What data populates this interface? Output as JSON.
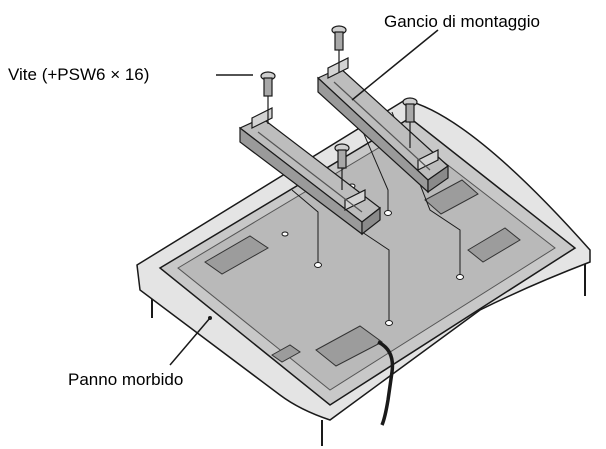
{
  "labels": {
    "bracket": "Gancio di montaggio",
    "screw": "Vite (+PSW6 × 16)",
    "cloth": "Panno morbido"
  },
  "colors": {
    "line": "#1a1a1a",
    "tv_back": "#c8c8c8",
    "tv_dark": "#8a8a8a",
    "cloth": "#e4e4e4",
    "bracket": "#b4b4b4",
    "background": "#ffffff"
  }
}
